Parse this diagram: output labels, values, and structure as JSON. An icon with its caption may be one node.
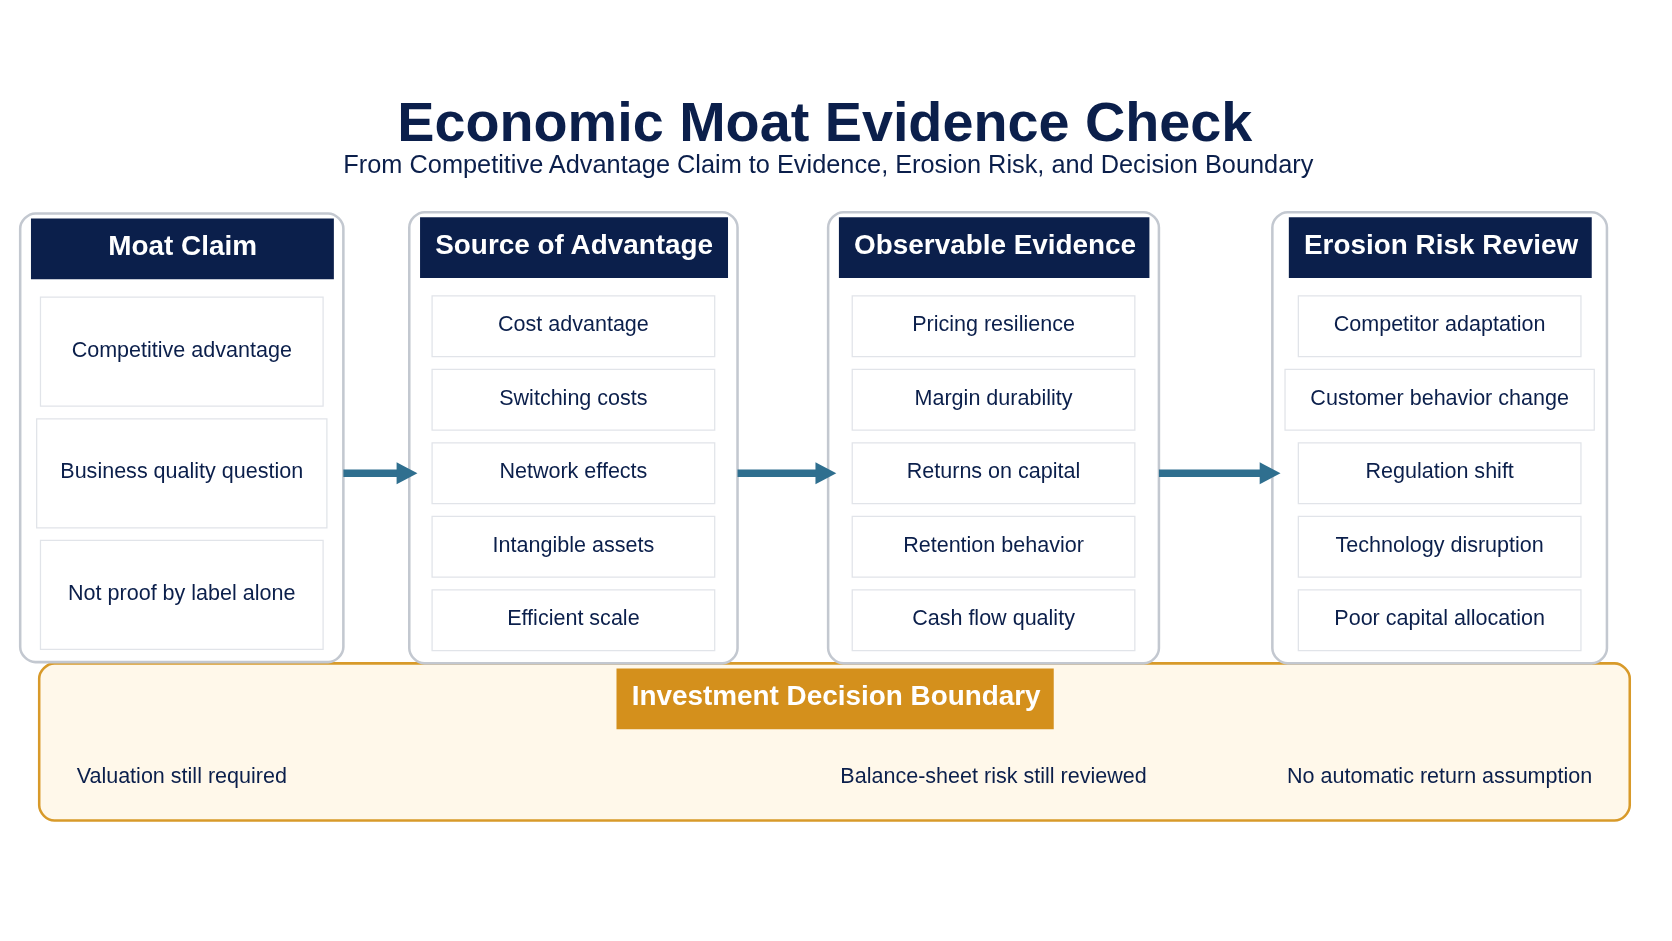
{
  "diagram": {
    "title": "Economic Moat Evidence Check",
    "caption": "From Competitive Advantage Claim to Evidence, Erosion Risk, and Decision Boundary",
    "nodes": [
      {
        "text": [
          "Moat Claim"
        ]
      },
      {
        "text": [
          "Competitive advantage"
        ],
        "in": 0
      },
      {
        "text": [
          "Business quality question"
        ],
        "in": 0
      },
      {
        "text": [
          "Not proof by label alone"
        ],
        "in": 0
      },
      {
        "text": [
          "Source of Advantage"
        ]
      },
      {
        "text": [
          "Cost advantage"
        ],
        "in": 4
      },
      {
        "text": [
          "Switching costs"
        ],
        "in": 4
      },
      {
        "text": [
          "Network effects"
        ],
        "in": 4
      },
      {
        "text": [
          "Intangible assets"
        ],
        "in": 4
      },
      {
        "text": [
          "Efficient scale"
        ],
        "in": 4
      },
      {
        "text": [
          "Observable Evidence"
        ]
      },
      {
        "text": [
          "Pricing resilience"
        ],
        "in": 10
      },
      {
        "text": [
          "Margin durability"
        ],
        "in": 10
      },
      {
        "text": [
          "Returns on capital"
        ],
        "in": 10
      },
      {
        "text": [
          "Retention behavior"
        ],
        "in": 10
      },
      {
        "text": [
          "Cash flow quality"
        ],
        "in": 10
      },
      {
        "text": [
          "Erosion Risk Review"
        ]
      },
      {
        "text": [
          "Competitor adaptation"
        ],
        "in": 16
      },
      {
        "text": [
          "Customer behavior change"
        ],
        "in": 16
      },
      {
        "text": [
          "Regulation shift"
        ],
        "in": 16
      },
      {
        "text": [
          "Technology disruption"
        ],
        "in": 16
      },
      {
        "text": [
          "Poor capital allocation"
        ],
        "in": 16
      },
      {
        "text": [
          "Investment Decision Boundary"
        ]
      },
      {
        "text": [
          "Valuation still required"
        ],
        "in": 22
      },
      {
        "text": [
          "Balance-sheet risk still reviewed"
        ],
        "in": 22
      },
      {
        "text": [
          "No automatic return assumption"
        ],
        "in": 22
      }
    ],
    "edges": [
      {
        "from": 0,
        "to": 4,
        "arrow": "to"
      },
      {
        "from": 4,
        "to": 10,
        "arrow": "to"
      },
      {
        "from": 10,
        "to": 16,
        "arrow": "to"
      }
    ]
  }
}
